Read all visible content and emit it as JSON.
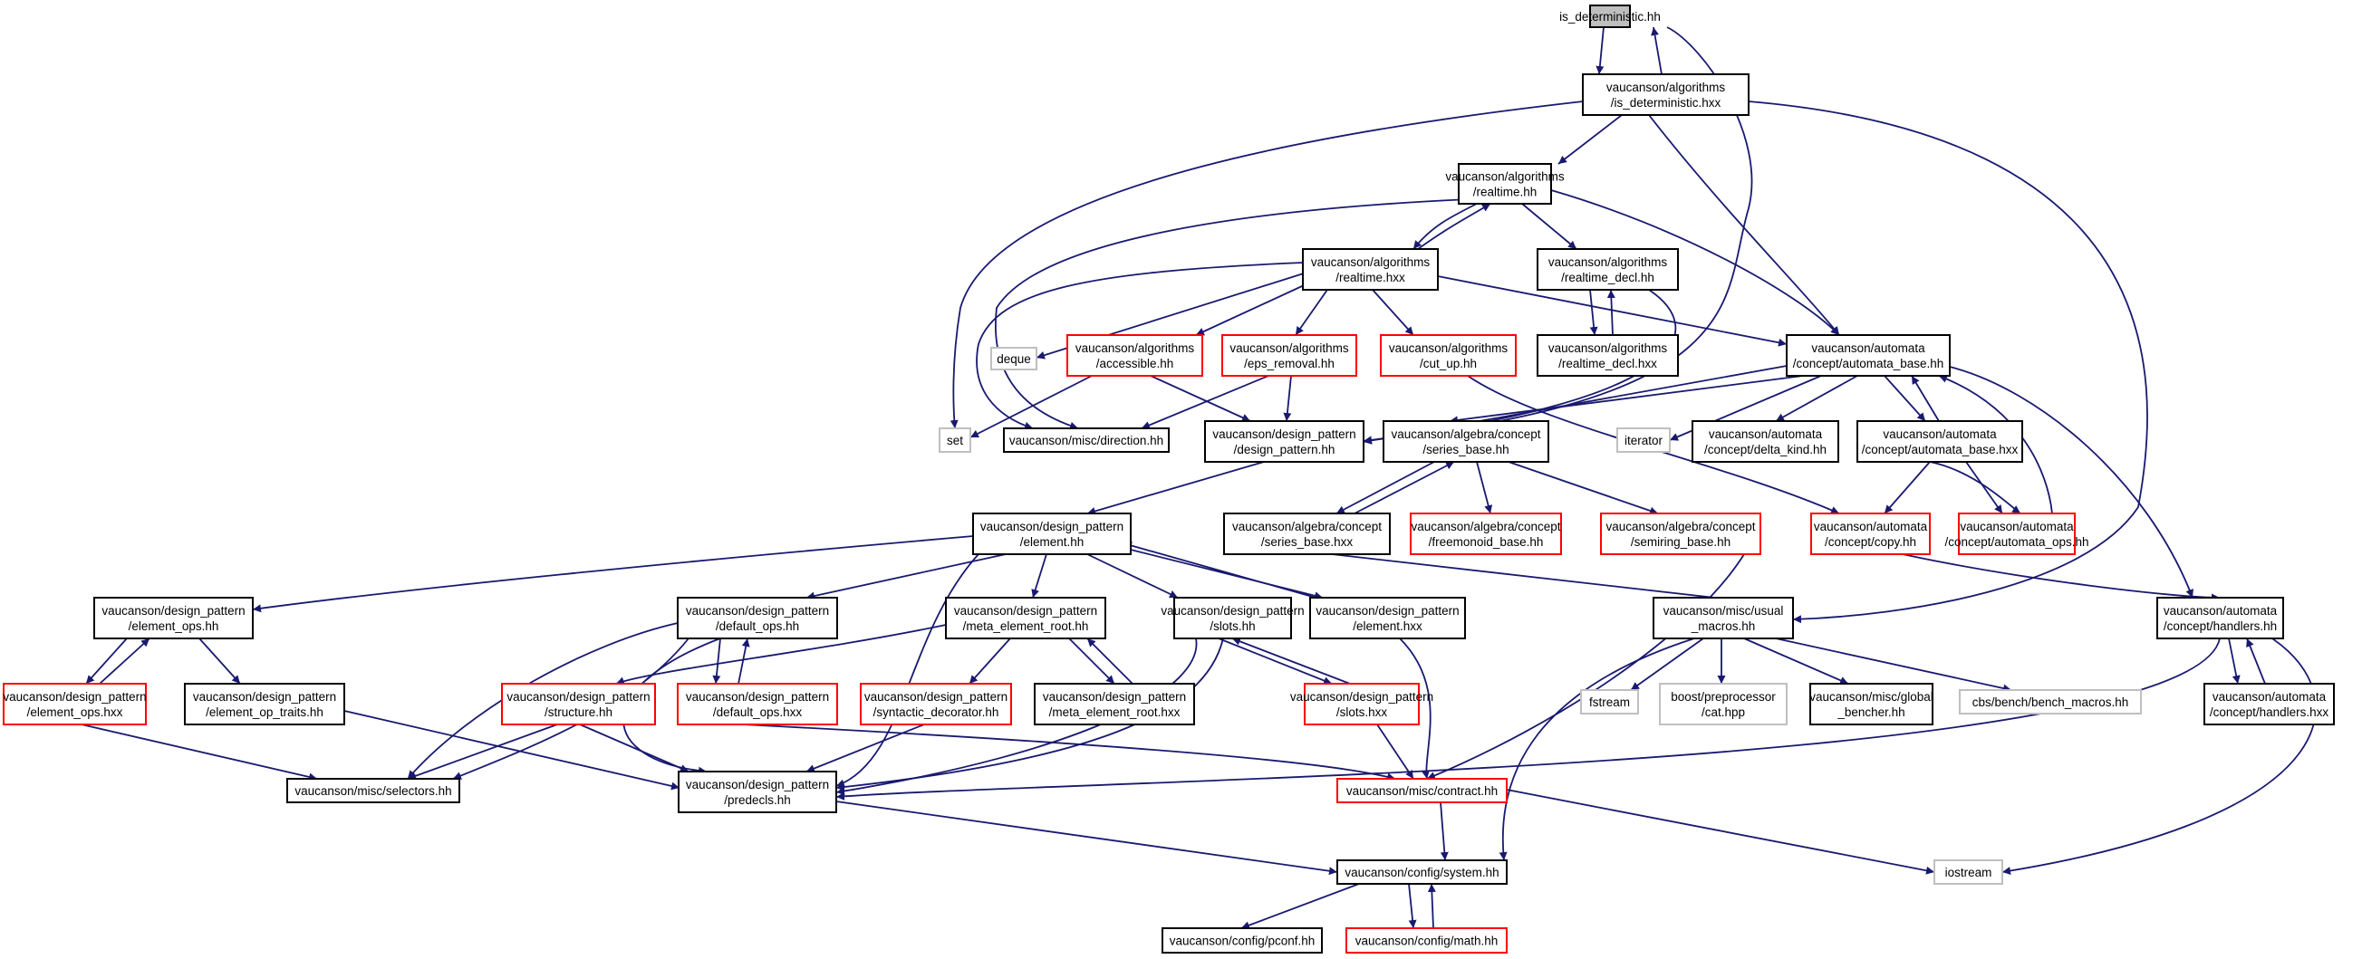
{
  "colors": {
    "edge": "#191970",
    "border_normal": "#000000",
    "border_missing_doc": "#ff0000",
    "border_external": "#bfbfbf",
    "fill_root": "#bfbfbf",
    "fill_normal": "#ffffff"
  },
  "nodes": {
    "is_det_hh": {
      "lines": [
        "is_deterministic.hh"
      ],
      "kind": "root"
    },
    "is_det_hxx": {
      "lines": [
        "vaucanson/algorithms",
        "/is_deterministic.hxx"
      ],
      "kind": "normal"
    },
    "realtime_hh": {
      "lines": [
        "vaucanson/algorithms",
        "/realtime.hh"
      ],
      "kind": "normal"
    },
    "realtime_hxx": {
      "lines": [
        "vaucanson/algorithms",
        "/realtime.hxx"
      ],
      "kind": "normal"
    },
    "realtime_decl_hh": {
      "lines": [
        "vaucanson/algorithms",
        "/realtime_decl.hh"
      ],
      "kind": "normal"
    },
    "realtime_decl_hxx": {
      "lines": [
        "vaucanson/algorithms",
        "/realtime_decl.hxx"
      ],
      "kind": "normal"
    },
    "deque": {
      "lines": [
        "deque"
      ],
      "kind": "external"
    },
    "accessible_hh": {
      "lines": [
        "vaucanson/algorithms",
        "/accessible.hh"
      ],
      "kind": "missing"
    },
    "eps_removal_hh": {
      "lines": [
        "vaucanson/algorithms",
        "/eps_removal.hh"
      ],
      "kind": "missing"
    },
    "cut_up_hh": {
      "lines": [
        "vaucanson/algorithms",
        "/cut_up.hh"
      ],
      "kind": "missing"
    },
    "automata_base_hh": {
      "lines": [
        "vaucanson/automata",
        "/concept/automata_base.hh"
      ],
      "kind": "normal"
    },
    "set": {
      "lines": [
        "set"
      ],
      "kind": "external"
    },
    "direction_hh": {
      "lines": [
        "vaucanson/misc/direction.hh"
      ],
      "kind": "normal"
    },
    "design_pattern_hh": {
      "lines": [
        "vaucanson/design_pattern",
        "/design_pattern.hh"
      ],
      "kind": "normal"
    },
    "series_base_hh": {
      "lines": [
        "vaucanson/algebra/concept",
        "/series_base.hh"
      ],
      "kind": "normal"
    },
    "iterator": {
      "lines": [
        "iterator"
      ],
      "kind": "external"
    },
    "delta_kind_hh": {
      "lines": [
        "vaucanson/automata",
        "/concept/delta_kind.hh"
      ],
      "kind": "normal"
    },
    "automata_base_hxx": {
      "lines": [
        "vaucanson/automata",
        "/concept/automata_base.hxx"
      ],
      "kind": "normal"
    },
    "element_hh": {
      "lines": [
        "vaucanson/design_pattern",
        "/element.hh"
      ],
      "kind": "normal"
    },
    "series_base_hxx": {
      "lines": [
        "vaucanson/algebra/concept",
        "/series_base.hxx"
      ],
      "kind": "normal"
    },
    "freemonoid_base_hh": {
      "lines": [
        "vaucanson/algebra/concept",
        "/freemonoid_base.hh"
      ],
      "kind": "missing"
    },
    "semiring_base_hh": {
      "lines": [
        "vaucanson/algebra/concept",
        "/semiring_base.hh"
      ],
      "kind": "missing"
    },
    "copy_hh": {
      "lines": [
        "vaucanson/automata",
        "/concept/copy.hh"
      ],
      "kind": "missing"
    },
    "automata_ops_hh": {
      "lines": [
        "vaucanson/automata",
        "/concept/automata_ops.hh"
      ],
      "kind": "missing"
    },
    "element_ops_hh": {
      "lines": [
        "vaucanson/design_pattern",
        "/element_ops.hh"
      ],
      "kind": "normal"
    },
    "default_ops_hh": {
      "lines": [
        "vaucanson/design_pattern",
        "/default_ops.hh"
      ],
      "kind": "normal"
    },
    "meta_element_root_hh": {
      "lines": [
        "vaucanson/design_pattern",
        "/meta_element_root.hh"
      ],
      "kind": "normal"
    },
    "slots_hh": {
      "lines": [
        "vaucanson/design_pattern",
        "/slots.hh"
      ],
      "kind": "normal"
    },
    "element_hxx": {
      "lines": [
        "vaucanson/design_pattern",
        "/element.hxx"
      ],
      "kind": "normal"
    },
    "usual_macros_hh": {
      "lines": [
        "vaucanson/misc/usual",
        "_macros.hh"
      ],
      "kind": "normal"
    },
    "handlers_hh": {
      "lines": [
        "vaucanson/automata",
        "/concept/handlers.hh"
      ],
      "kind": "normal"
    },
    "element_ops_hxx": {
      "lines": [
        "vaucanson/design_pattern",
        "/element_ops.hxx"
      ],
      "kind": "missing"
    },
    "element_op_traits_hh": {
      "lines": [
        "vaucanson/design_pattern",
        "/element_op_traits.hh"
      ],
      "kind": "normal"
    },
    "structure_hh": {
      "lines": [
        "vaucanson/design_pattern",
        "/structure.hh"
      ],
      "kind": "missing"
    },
    "default_ops_hxx": {
      "lines": [
        "vaucanson/design_pattern",
        "/default_ops.hxx"
      ],
      "kind": "missing"
    },
    "syntactic_decorator_hh": {
      "lines": [
        "vaucanson/design_pattern",
        "/syntactic_decorator.hh"
      ],
      "kind": "missing"
    },
    "meta_element_root_hxx": {
      "lines": [
        "vaucanson/design_pattern",
        "/meta_element_root.hxx"
      ],
      "kind": "normal"
    },
    "slots_hxx": {
      "lines": [
        "vaucanson/design_pattern",
        "/slots.hxx"
      ],
      "kind": "missing"
    },
    "fstream": {
      "lines": [
        "fstream"
      ],
      "kind": "external"
    },
    "cat_hpp": {
      "lines": [
        "boost/preprocessor",
        "/cat.hpp"
      ],
      "kind": "external"
    },
    "global_bencher_hh": {
      "lines": [
        "vaucanson/misc/global",
        "_bencher.hh"
      ],
      "kind": "normal"
    },
    "bench_macros_hh": {
      "lines": [
        "cbs/bench/bench_macros.hh"
      ],
      "kind": "external"
    },
    "handlers_hxx": {
      "lines": [
        "vaucanson/automata",
        "/concept/handlers.hxx"
      ],
      "kind": "normal"
    },
    "selectors_hh": {
      "lines": [
        "vaucanson/misc/selectors.hh"
      ],
      "kind": "normal"
    },
    "predecls_hh": {
      "lines": [
        "vaucanson/design_pattern",
        "/predecls.hh"
      ],
      "kind": "normal"
    },
    "contract_hh": {
      "lines": [
        "vaucanson/misc/contract.hh"
      ],
      "kind": "missing"
    },
    "iostream": {
      "lines": [
        "iostream"
      ],
      "kind": "external"
    },
    "system_hh": {
      "lines": [
        "vaucanson/config/system.hh"
      ],
      "kind": "normal"
    },
    "pconf_hh": {
      "lines": [
        "vaucanson/config/pconf.hh"
      ],
      "kind": "normal"
    },
    "math_hh": {
      "lines": [
        "vaucanson/config/math.hh"
      ],
      "kind": "missing"
    }
  }
}
